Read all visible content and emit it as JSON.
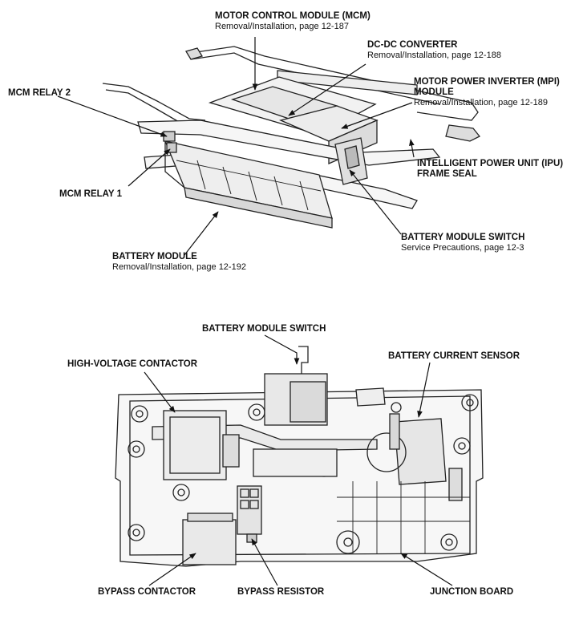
{
  "top_labels": {
    "mcm": {
      "title": "MOTOR CONTROL MODULE (MCM)",
      "ref": "Removal/Installation, page 12-187"
    },
    "dcdc": {
      "title": "DC-DC CONVERTER",
      "ref": "Removal/Installation, page 12-188"
    },
    "mpi_line1": "MOTOR POWER INVERTER (MPI)",
    "mpi_line2": "MODULE",
    "mpi_ref": "Removal/Installation, page 12-189",
    "mcm_relay_2": "MCM RELAY 2",
    "mcm_relay_1": "MCM RELAY 1",
    "ipu_line1": "INTELLIGENT POWER UNIT (IPU)",
    "ipu_line2": "FRAME SEAL",
    "battery_module": {
      "title": "BATTERY MODULE",
      "ref": "Removal/Installation, page 12-192"
    },
    "battery_module_switch": {
      "title": "BATTERY MODULE SWITCH",
      "ref": "Service Precautions, page 12-3"
    }
  },
  "bottom_labels": {
    "battery_module_switch": "BATTERY MODULE SWITCH",
    "high_voltage_contactor": "HIGH-VOLTAGE CONTACTOR",
    "battery_current_sensor": "BATTERY CURRENT SENSOR",
    "bypass_contactor": "BYPASS CONTACTOR",
    "bypass_resistor": "BYPASS RESISTOR",
    "junction_board": "JUNCTION BOARD"
  }
}
